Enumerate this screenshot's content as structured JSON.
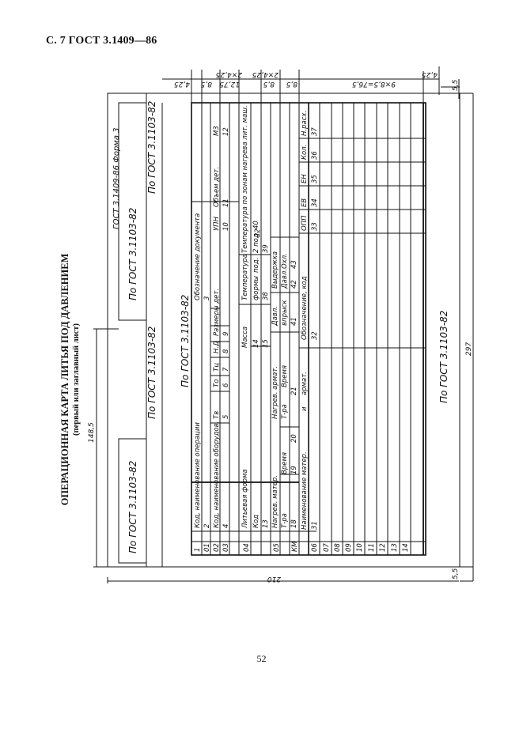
{
  "header": {
    "page_ref": "С. 7 ГОСТ 3.1409—86"
  },
  "form_title": {
    "main": "ОПЕРАЦИОННАЯ КАРТА ЛИТЬЯ ПОД ДАВЛЕНИЕМ",
    "sub": "(первый или заглавный лист)"
  },
  "page_number": "52",
  "drawing": {
    "form_id": "ГОСТ 3.1409-86 Форма 3",
    "stamp_ref": "По ГОСТ 3.1103-82",
    "dims": {
      "d148": "148,5",
      "d297": "297",
      "d210": "210",
      "d55": "5,5",
      "d425": "4,25",
      "d85": "8,5",
      "d1275": "12,75",
      "d2x425": "2×4,25",
      "d9x85": "9×8,5=76,5"
    },
    "rows": [
      {
        "code": "1",
        "label": "Код, наименование операции",
        "extra": "Обозначение документа"
      },
      {
        "code": "01",
        "label": "2",
        "extra": "3"
      },
      {
        "code": "02",
        "label": "Код, наименование оборудов.",
        "extra": "Тв  То  Тц  Н.Д  Размеры дет.  УПН  Объем дет.  М3"
      },
      {
        "code": "03",
        "label": "4",
        "extra": "5  6  7  8  9  10  11  12"
      },
      {
        "code": "04",
        "label": "Литьевая форма  Масса",
        "extra": "Температура  Температура по зонам нагрева лит. маш."
      },
      {
        "code": "",
        "label": "Код  14",
        "extra": "формы  под.  2 под.  40"
      },
      {
        "code": "",
        "label": "13  15",
        "extra": "38  39"
      },
      {
        "code": "05",
        "label": "Нагрев матер.  Нагрев армат.",
        "extra": "Давл.  Выдержка  22"
      },
      {
        "code": "",
        "label": "Т-ра  Время  Т-ра  Время",
        "extra": "впрыск  Давл.  Охл."
      },
      {
        "code": "",
        "label": "18  19  20  21",
        "extra": "41  42  43"
      },
      {
        "code": "КМ",
        "label": "Наименование матер.  и  армат.",
        "extra": "Обозначение, код  ОПП  ЕВ  ЕН  Кол.  Н.расх."
      },
      {
        "code": "06",
        "label": "31",
        "extra": "32  33  34  35  36  37"
      },
      {
        "code": "07",
        "label": "",
        "extra": ""
      },
      {
        "code": "08",
        "label": "",
        "extra": ""
      },
      {
        "code": "09",
        "label": "",
        "extra": ""
      },
      {
        "code": "10",
        "label": "",
        "extra": ""
      },
      {
        "code": "11",
        "label": "",
        "extra": ""
      },
      {
        "code": "12",
        "label": "",
        "extra": ""
      },
      {
        "code": "13",
        "label": "",
        "extra": ""
      },
      {
        "code": "14",
        "label": "",
        "extra": ""
      }
    ],
    "texts": {
      "kod_op": "Код, наименование операции",
      "obozn_doc": "Обозначение документа",
      "kod_obor": "Код, наименование оборудов.",
      "tv": "Тв",
      "to": "То",
      "tc": "Тц",
      "nd": "Н.Д",
      "razmery": "Размеры дет.",
      "upn": "УПН",
      "obem": "Объем дет.",
      "m3": "М3",
      "n2": "2",
      "n3": "3",
      "n4": "4",
      "n5": "5",
      "n6": "6",
      "n7": "7",
      "n8": "8",
      "n9": "9",
      "n10": "10",
      "n11": "11",
      "n12": "12",
      "lit_forma": "Литьевая форма",
      "massa": "Масса",
      "temperatura": "Температура",
      "temp_zonam": "Температура по зонам нагрева лит. маш.",
      "kod": "Код",
      "formy": "формы",
      "pod": "под.",
      "pod2": "2 под.",
      "n13": "13",
      "n14": "14",
      "n15": "15",
      "n38": "38",
      "n39": "39",
      "n40": "40",
      "nagrev_mat": "Нагрев. матер.",
      "nagrev_arm": "Нагрев. армат.",
      "davl": "Давл.",
      "vpryisk": "впрыск",
      "vyderzhka": "Выдержка",
      "davl2": "Давл.",
      "ohl": "Охл.",
      "n22": "22",
      "tra": "Т-ра",
      "vremya": "Время",
      "tra2": "Т-ра",
      "vremya2": "Время",
      "n18": "18",
      "n19": "19",
      "n20": "20",
      "n21": "21",
      "n41": "41",
      "n42": "42",
      "n43": "43",
      "km": "КМ",
      "naim_mat": "Наименование матер.",
      "i": "и",
      "armat": "армат.",
      "obozn_kod": "Обозначение, код",
      "opp": "ОПП",
      "ev": "ЕВ",
      "en": "ЕН",
      "kol": "Кол.",
      "nrash": "Н.расх.",
      "n31": "31",
      "n32": "32",
      "n33": "33",
      "n34": "34",
      "n35": "35",
      "n36": "36",
      "n37": "37",
      "r1": "1",
      "r01": "01",
      "r02": "02",
      "r03": "03",
      "r04": "04",
      "r05": "05",
      "r06": "06",
      "r07": "07",
      "r08": "08",
      "r09": "09",
      "r10": "10",
      "r11": "11",
      "r12": "12",
      "r13": "13",
      "r14": "14"
    }
  }
}
